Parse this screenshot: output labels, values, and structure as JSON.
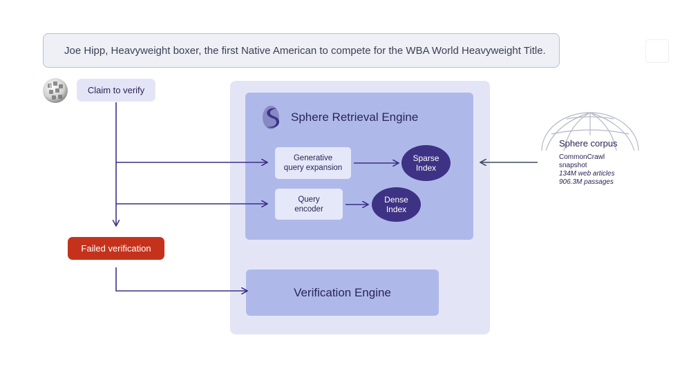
{
  "claim": {
    "text": "Joe Hipp, Heavyweight boxer, the first Native American to compete for the WBA World Heavyweight Title."
  },
  "claim_pill": {
    "label": "Claim to verify"
  },
  "failed_pill": {
    "label": "Failed verification"
  },
  "retrieval": {
    "title": "Sphere Retrieval Engine",
    "generative_box": {
      "line1": "Generative",
      "line2": "query expansion"
    },
    "encoder_box": {
      "line1": "Query",
      "line2": "encoder"
    },
    "sparse_index": {
      "line1": "Sparse",
      "line2": "Index"
    },
    "dense_index": {
      "line1": "Dense",
      "line2": "Index"
    }
  },
  "verification": {
    "title": "Verification Engine"
  },
  "corpus": {
    "title": "Sphere corpus",
    "line1": "CommonCrawl",
    "line2": "snapshot",
    "line3": "134M web articles",
    "line4": "906.3M passages"
  },
  "icons": {
    "wikipedia": "wikipedia-globe-icon",
    "sphere": "sphere-logo-icon",
    "corpus": "globe-wireframe-icon"
  },
  "colors": {
    "arrow": "#3d2e86",
    "corpus_arrow": "#3b4a5a",
    "failed": "#c5321c",
    "index": "#3e3284",
    "panel": "#aeb9ea",
    "outer_panel": "#e3e5f6"
  }
}
